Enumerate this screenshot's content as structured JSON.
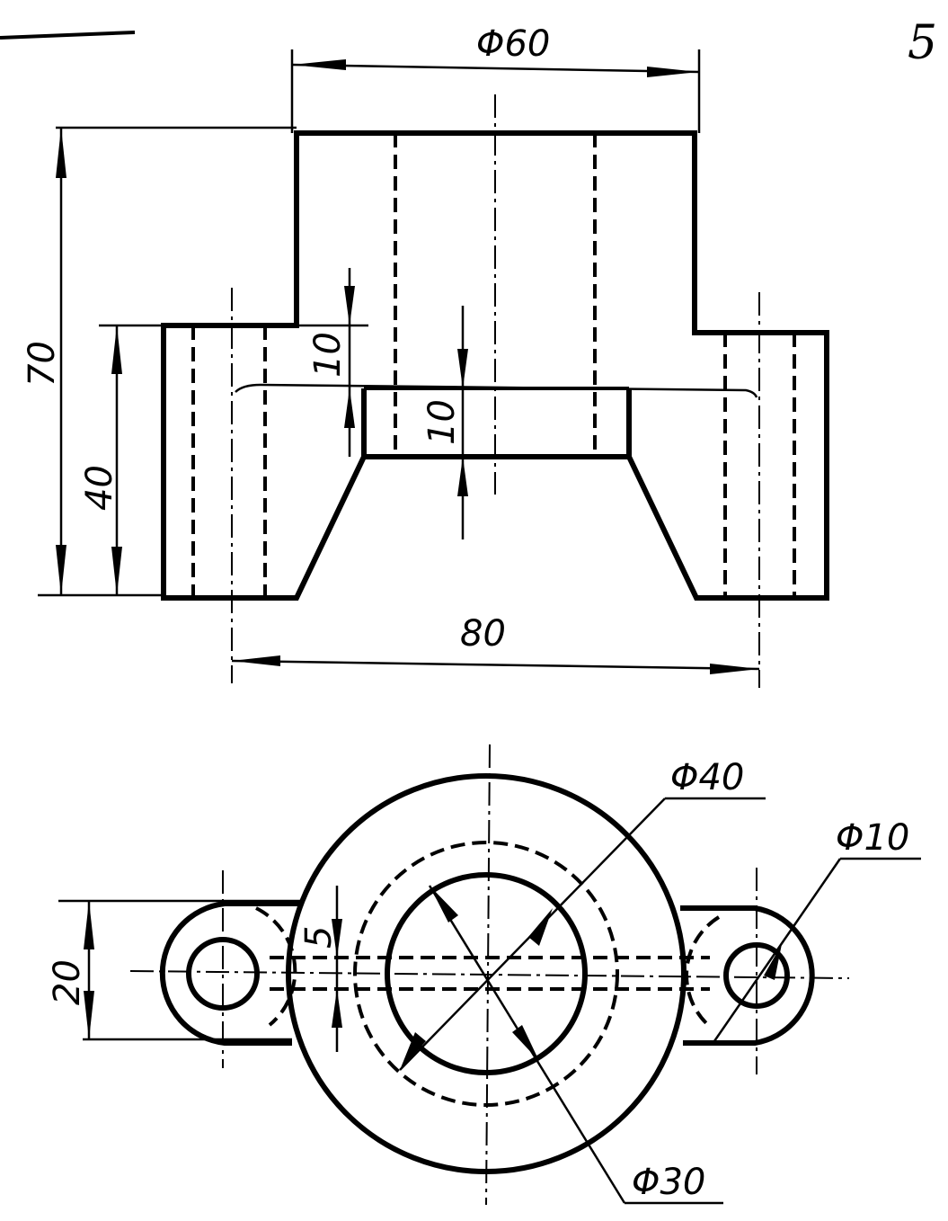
{
  "sheet_number": "5",
  "front_view": {
    "dims": {
      "top_diameter": "Φ60",
      "overall_height": "70",
      "base_height": "40",
      "step_10_left": "10",
      "step_10_center": "10",
      "width": "80"
    }
  },
  "top_view": {
    "dims": {
      "outer_diameter": "Φ40",
      "hole_diameter": "Φ10",
      "bore_diameter": "Φ30",
      "ear_width": "20",
      "slot_width": "5"
    }
  }
}
